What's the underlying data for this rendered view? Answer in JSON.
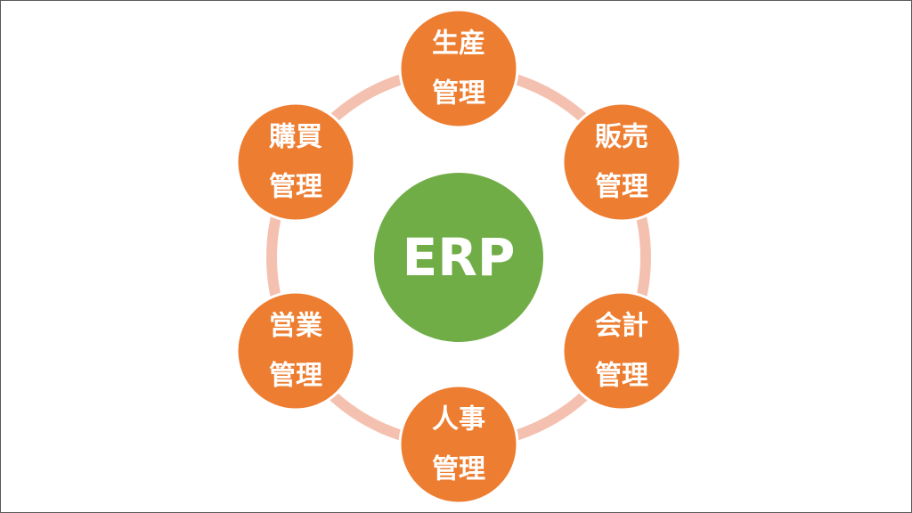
{
  "diagram": {
    "center": {
      "label": "ERP",
      "color": "#70ad47"
    },
    "ring_color": "#f4c1b0",
    "node_color": "#ed7d31",
    "node_border_color": "#ffffff",
    "nodes": [
      {
        "line1": "生産",
        "line2": "管理"
      },
      {
        "line1": "販売",
        "line2": "管理"
      },
      {
        "line1": "会計",
        "line2": "管理"
      },
      {
        "line1": "人事",
        "line2": "管理"
      },
      {
        "line1": "営業",
        "line2": "管理"
      },
      {
        "line1": "購買",
        "line2": "管理"
      }
    ]
  }
}
